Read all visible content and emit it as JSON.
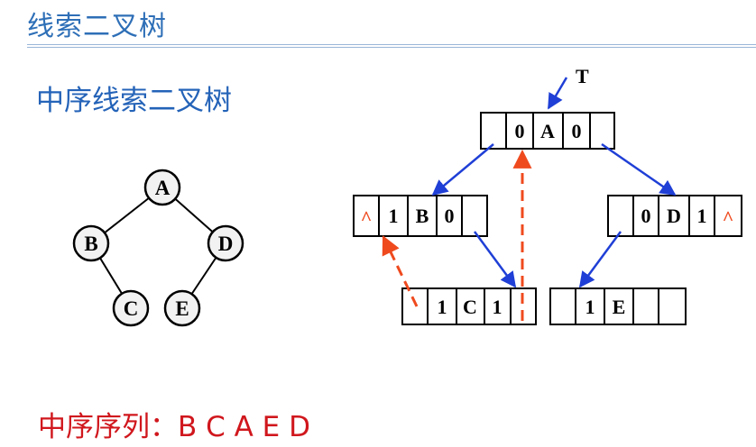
{
  "title": "线索二叉树",
  "subtitle": "中序线索二叉树",
  "sequence_label": "中序序列：",
  "sequence_values": "B C A E D",
  "pointer_label": "T",
  "tree": {
    "nodes": {
      "A": "A",
      "B": "B",
      "C": "C",
      "D": "D",
      "E": "E"
    }
  },
  "records": {
    "A": [
      "",
      "0",
      "A",
      "0",
      ""
    ],
    "B": [
      "^",
      "1",
      "B",
      "0",
      ""
    ],
    "C": [
      "",
      "1",
      "C",
      "1",
      ""
    ],
    "D": [
      "",
      "0",
      "D",
      "1",
      "^"
    ],
    "E": [
      "",
      "1",
      "E",
      "",
      ""
    ]
  },
  "colors": {
    "title": "#2e6fb7",
    "subtitle": "#2463b8",
    "sequence": "#d0171d",
    "child_link": "#1f3fd6",
    "thread_link": "#ef4a1e",
    "null_mark": "#ef4a1e"
  }
}
